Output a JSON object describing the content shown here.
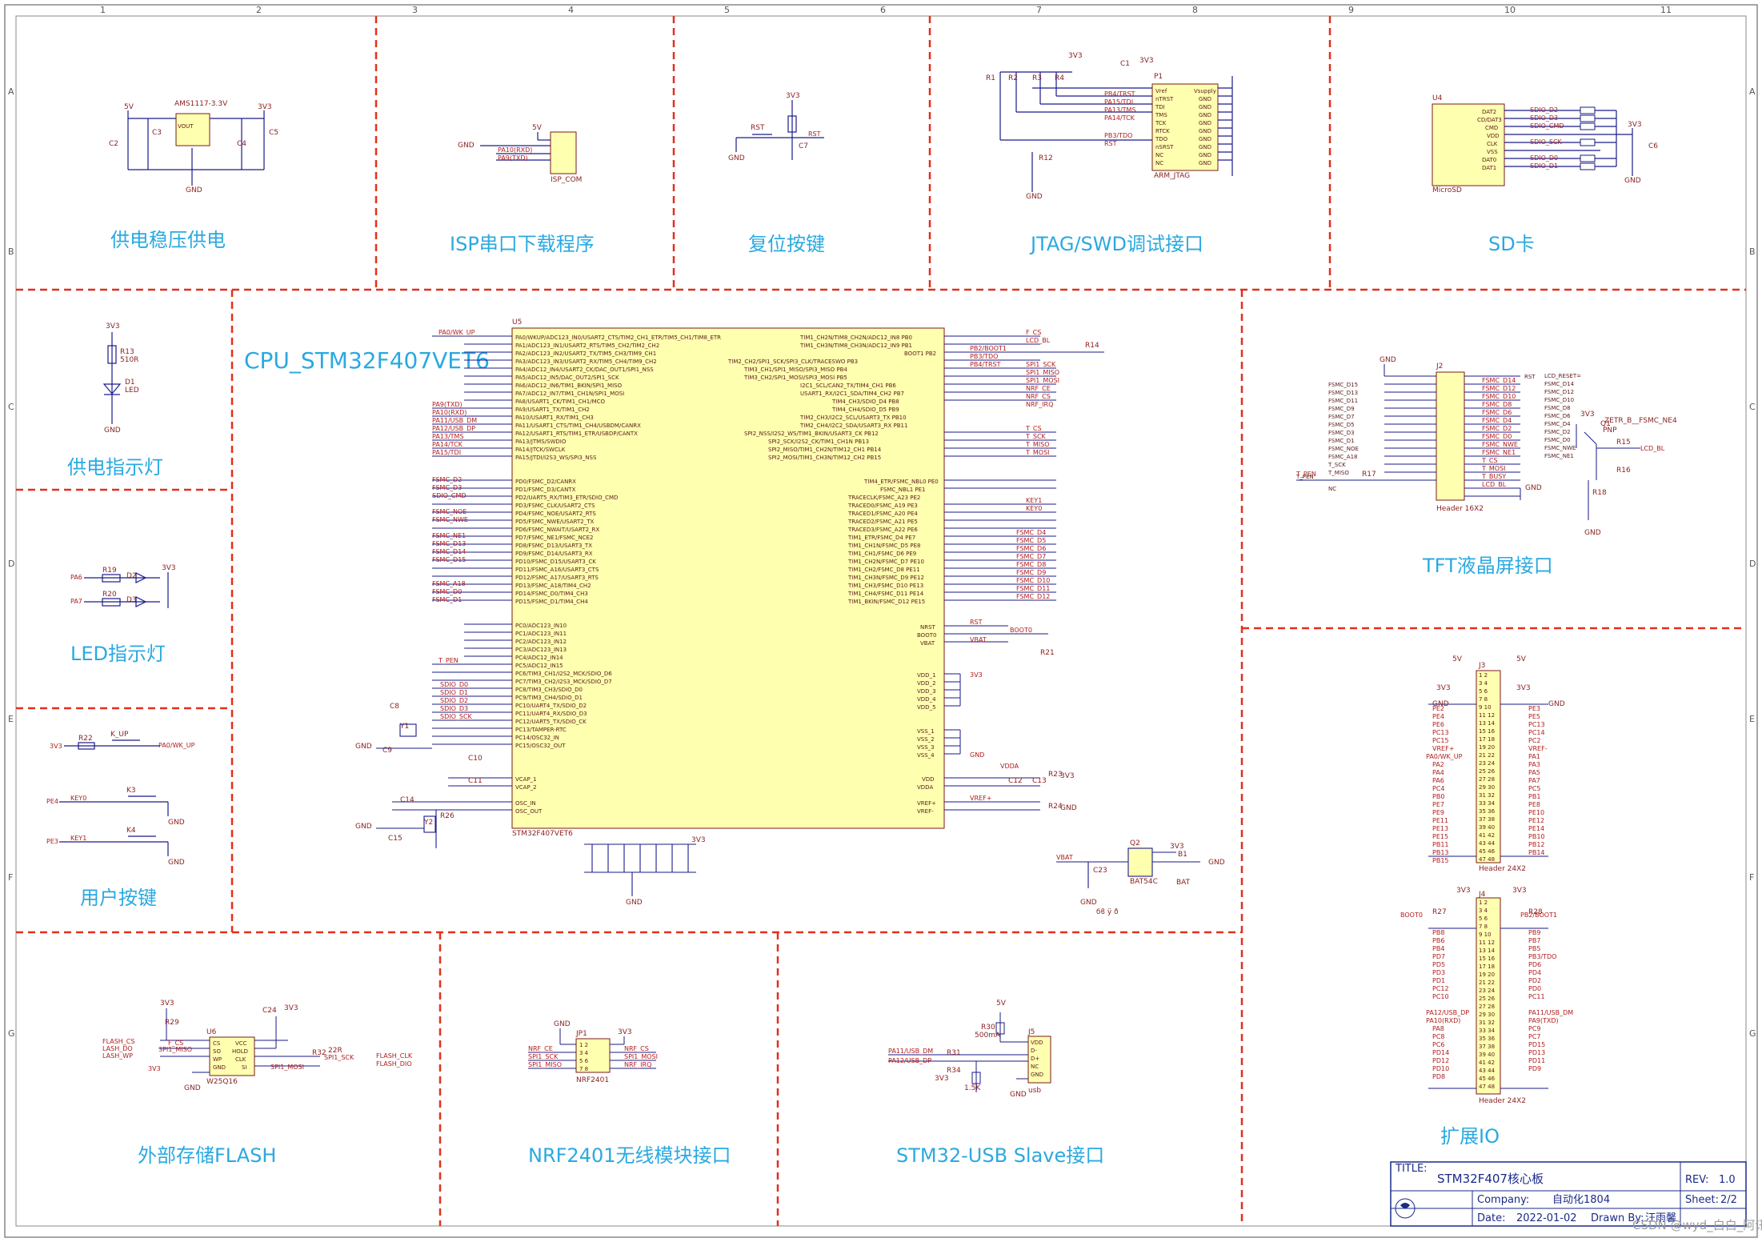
{
  "sections": {
    "power": "供电稳压供电",
    "isp": "ISP串口下载程序",
    "reset": "复位按键",
    "jtag": "JTAG/SWD调试接口",
    "sd": "SD卡",
    "power_led": "供电指示灯",
    "cpu": "CPU_STM32F407VET6",
    "tft": "TFT液晶屏接口",
    "led": "LED指示灯",
    "keys": "用户按键",
    "expand": "扩展IO",
    "flash": "外部存储FLASH",
    "nrf": "NRF2401无线模块接口",
    "usb": "STM32-USB Slave接口"
  },
  "components": {
    "regulator": "AMS1117-3.3V",
    "isp_conn": "ISP_COM",
    "jtag_conn": "ARM_JTAG",
    "sd_conn": "MicroSD",
    "tft_conn": "Header 16X2",
    "cpu_ref": "U5",
    "cpu_part": "STM32F407VET6",
    "flash_part": "W25Q16",
    "nrf_conn": "NRF2401",
    "usb_conn": "usb",
    "j3": "Header 24X2",
    "j4": "Header 24X2",
    "battery": "BAT",
    "diode": "BAT54C"
  },
  "title_block": {
    "title_label": "TITLE:",
    "title_value": "STM32F407核心板",
    "rev_label": "REV:",
    "rev_value": "1.0",
    "company_label": "Company:",
    "company_value": "自动化1804",
    "sheet_label": "Sheet:",
    "sheet_value": "2/2",
    "date_label": "Date:",
    "date_value": "2022-01-02",
    "drawn_label": "Drawn By:",
    "drawn_value": "汪雨馨"
  },
  "watermark": "CSDN @wyd_白白_阿讯",
  "grid_cols": [
    "1",
    "2",
    "3",
    "4",
    "5",
    "6",
    "7",
    "8",
    "9",
    "10",
    "11"
  ],
  "grid_rows": [
    "A",
    "B",
    "C",
    "D",
    "E",
    "F",
    "G"
  ],
  "colors": {
    "divider": "#e0301e",
    "label": "#2aa9e0",
    "ic_fill": "#ffffb0",
    "wire": "#1a1a8a",
    "net": "#b01c1c"
  }
}
